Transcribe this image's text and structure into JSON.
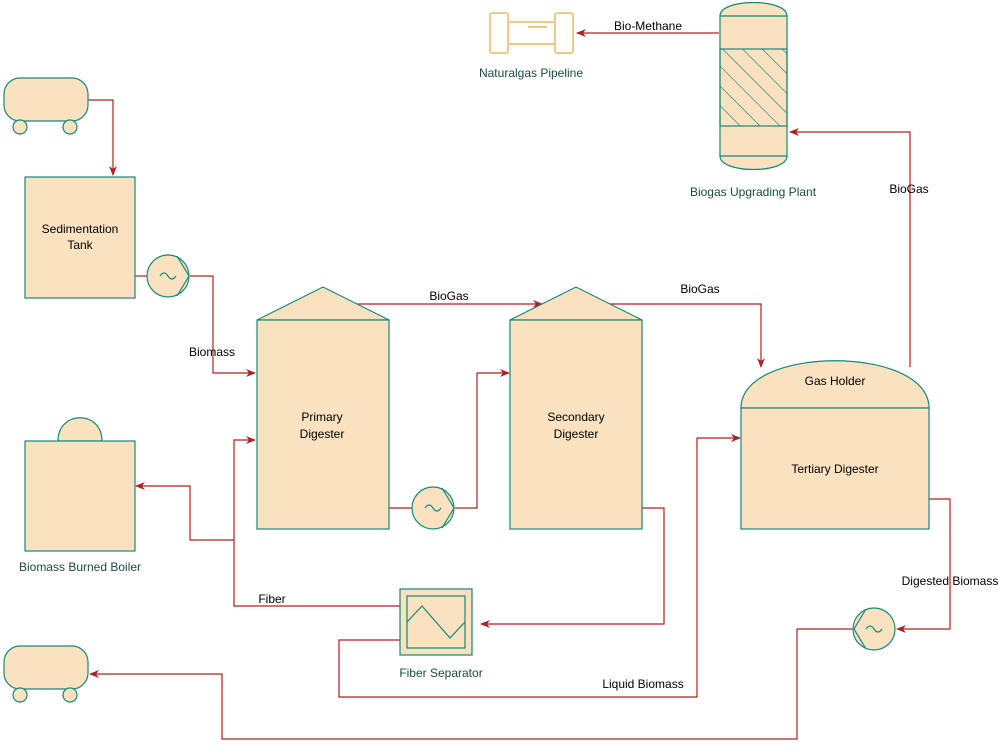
{
  "colors": {
    "fill": "#fae1c0",
    "stroke": "#15897b",
    "arrow": "#b12020",
    "text_teal": "#1a4a44"
  },
  "equipment": {
    "sedimentation_tank": {
      "line1": "Sedimentation",
      "line2": "Tank"
    },
    "primary_digester": {
      "line1": "Primary",
      "line2": "Digester"
    },
    "secondary_digester": {
      "line1": "Secondary",
      "line2": "Digester"
    },
    "gas_holder": "Gas Holder",
    "tertiary_digester": "Tertiary Digester",
    "biomass_burned_boiler": "Biomass Burned Boiler",
    "fiber_separator": "Fiber Separator",
    "naturalgas_pipeline": "Naturalgas Pipeline",
    "biogas_upgrading_plant": "Biogas Upgrading Plant"
  },
  "flows": {
    "biomass": "Biomass",
    "biogas_primary_secondary": "BioGas",
    "biogas_secondary_tertiary": "BioGas",
    "biogas_tertiary_upgrading": "BioGas",
    "bio_methane": "Bio-Methane",
    "fiber": "Fiber",
    "liquid_biomass": "Liquid Biomass",
    "digested_biomass": "Digested Biomass"
  },
  "icons": [
    "tanker-truck-icon",
    "pump-icon",
    "heat-exchanger-icon",
    "pipeline-icon",
    "column-icon"
  ]
}
